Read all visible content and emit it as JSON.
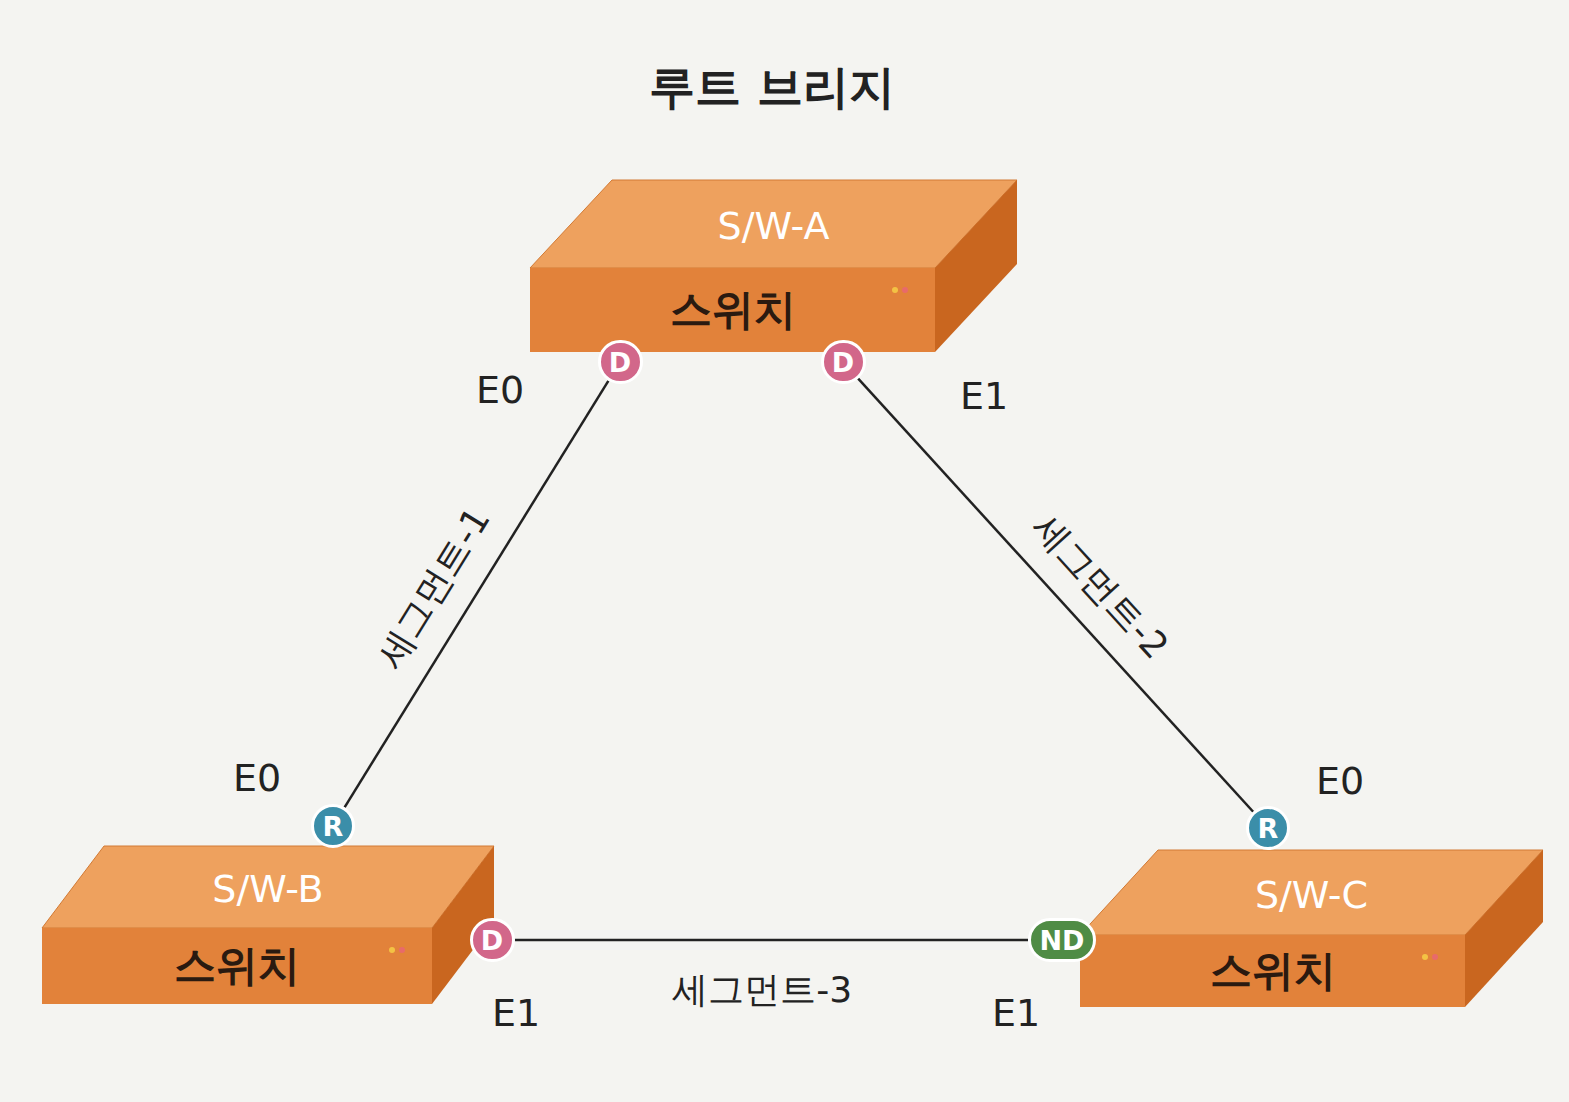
{
  "diagram": {
    "title": "루트 브리지",
    "nodes": [
      {
        "text": [
          "S/W-A",
          "스위치"
        ]
      },
      {
        "text": [
          "D"
        ]
      },
      {
        "text": [
          "D"
        ]
      },
      {
        "text": [
          "R"
        ]
      },
      {
        "text": [
          "R"
        ]
      },
      {
        "text": [
          "S/W-B",
          "스위치"
        ]
      },
      {
        "text": [
          "D"
        ]
      },
      {
        "text": [
          "ND"
        ]
      },
      {
        "text": [
          "S/W-C",
          "스위치"
        ]
      }
    ],
    "edges": [
      {
        "from": 1,
        "to": 3,
        "label": "세그먼트-1",
        "arrow": "none"
      },
      {
        "from": 2,
        "to": 4,
        "label": "세그먼트-2",
        "arrow": "none"
      },
      {
        "from": 6,
        "to": 7,
        "label": "세그먼트-3",
        "arrow": "none"
      }
    ],
    "labels": [
      "E0",
      "E1",
      "E0",
      "E1",
      "E1",
      "E0"
    ]
  }
}
